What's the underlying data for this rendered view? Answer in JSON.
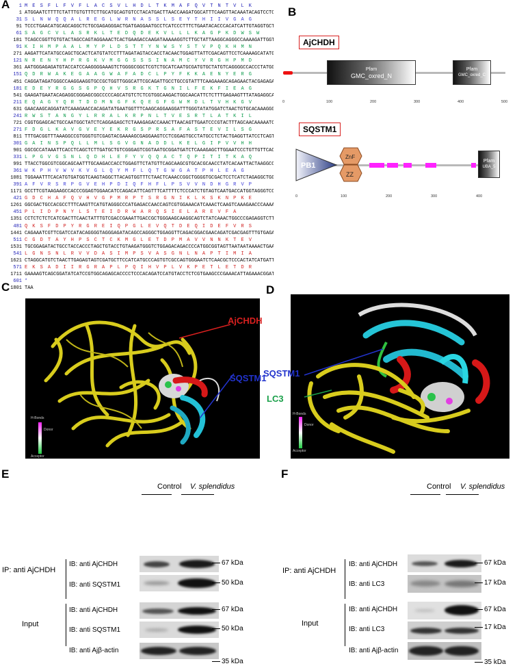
{
  "panels": {
    "A": "A",
    "B": "B",
    "C": "C",
    "D": "D",
    "E": "E",
    "F": "F"
  },
  "sequence": [
    {
      "n": "1",
      "t": "M E S F L F V F L A C S V L H D L T K M A F Q V T N T V L K",
      "c": "dark",
      "aa": true
    },
    {
      "n": "1",
      "t": "ATGGAATCTTTTCTATTTGTGTTTCTTGCATGCAGTGTCCTACATGACTTAACCAAGATGGCATTTCAAGTTACAAATACAGTCCTCAAG",
      "c": "black"
    },
    {
      "n": "31",
      "t": "S L N W Q Q A L R E G L W R N A S S L S E Y T H I I V G A G",
      "c": "blue",
      "aa": true
    },
    {
      "n": "91",
      "t": "TCCCTGAACATGCAGCAGGCTCTGCGAGAGGGACTGATGAGGAATGCCTCATCCCTTTCTGAATACACCCACATCATTGTAGGTGCTGGA",
      "c": "black"
    },
    {
      "n": "61",
      "t": "S A G C V L A S R K L T E D Q D E K V L L L K A G P K D W S W",
      "c": "green",
      "aa": true
    },
    {
      "n": "181",
      "t": "TCAGCCGGTTGTGTACTAGCCAGTAGGAAACTCACTGAAGACCAAGATAAAAAGGTCTTGCTATTAAGGCAGGGCCAAAAGATTGGTCATGG",
      "c": "black"
    },
    {
      "n": "91",
      "t": "K I H M P A A L M Y P L D S T T Y N W S Y S T V P Q K H M N",
      "c": "green",
      "aa": true
    },
    {
      "n": "271",
      "t": "AAGATTCATATGCCAGCTGCACTCATGTATCCTTTAGATAGTACCACCTACAACTGGAGTTATTCGACAGTTCCTCAAAAGCATATGAAC",
      "c": "black"
    },
    {
      "n": "121",
      "t": "N R E N Y H P R G K V M G G S S S I N A M C Y V R G H P M D",
      "c": "green",
      "aa": true
    },
    {
      "n": "361",
      "t": "AATGGGAGAGATGTACCATCCAAGGGGAAAGTCTGGGGCGGCTCGTCTGCATCAATGCGATGTGCTATGTCAGGGGCCACCCTATGGAT",
      "c": "black"
    },
    {
      "n": "151",
      "t": "Q D R W A K E G A A G W A F A D C L P Y F K K A E N Y E R G",
      "c": "green",
      "aa": true
    },
    {
      "n": "451",
      "t": "CAGGATAGATGGGCCAAGGAAGGTGCCGCTGGTTGGGCATTCGCAGATTGCCTGCCGTATTTCAAGAAAGCAGAGAACTACGAGAGAGGA",
      "c": "black"
    },
    {
      "n": "181",
      "t": "E D E Y R G G S G P Q H V S R G K T G N I L F E K F I E A G",
      "c": "green",
      "aa": true
    },
    {
      "n": "541",
      "t": "GAAGATGAATACAGAGGCGGGAGCGGCCCCCAGCATGTCTCTCGTGGCAAGACTGGCAACATTCTCTTTGAGAAGTTTATAGAGGCAGGC",
      "c": "black"
    },
    {
      "n": "211",
      "t": "E Q A G Y Q R T D D M N G F K Q E G F G W M D L T V H K G V",
      "c": "green",
      "aa": true
    },
    {
      "n": "631",
      "t": "GAACAAGCAGGATATCAAAGAACCACAGATATGAATGGTTTCAAGCAGGAAGGATTTGGGTATATGGATCTAACTGTGCACAAAGGGGTG",
      "c": "black"
    },
    {
      "n": "241",
      "t": "R W S T A N G Y L R R A L K R P N L T V E S R T L A T K I L",
      "c": "green",
      "aa": true
    },
    {
      "n": "721",
      "t": "CGGTGGAGCACTGCCAATGGCTATCTCAGGAGAGCTCTAAAGAGACCAAACTTAACAGTTGAATCCCGTACTTTAGCAACAAAAATCCTC",
      "c": "black"
    },
    {
      "n": "271",
      "t": "F D G L K A V G V E Y E K R G S P R S A F A S T E V I L S G",
      "c": "green",
      "aa": true
    },
    {
      "n": "811",
      "t": "TTTGACGGTTTAAAGGCCGTGGGTGTCGAGTACGAAAAGCGAGGAAGTCCTCGGAGTGCCTATGCCTCTACTGAGGTTATCCTCAGTGGT",
      "c": "black"
    },
    {
      "n": "301",
      "t": "G A I N S P Q L L M L S G V G N A D D L K E L G I P V V H H",
      "c": "green",
      "aa": true
    },
    {
      "n": "901",
      "t": "GGCGCCATAAATTCACCTCAGCTCTTGATGCTGTCGGGAGTCGGTAATGCGGATGATCTCAAAGAGCTTGGAATCCCTGTTGTTCACCAT",
      "c": "black"
    },
    {
      "n": "331",
      "t": "L P G V G S N L Q D H L E F Y V Q Q A C T Q P I T I T K A Q",
      "c": "green",
      "aa": true
    },
    {
      "n": "991",
      "t": "TTACCTGGCGTCGGCAGCAATTTGCAAGACCACCTGGAGTTCTATGTTCAGCAAGCGTGCACGCAACCTATCACAATTACTAAGGCCCAA",
      "c": "black"
    },
    {
      "n": "361",
      "t": "W K P H V W V K V G L Q Y M F L Q T G W G A T P H L E A G",
      "c": "blue",
      "aa": true
    },
    {
      "n": "1081",
      "t": "TGGAAATTTCACATGTGATGGTCAAGTAGGCTTACAGTGGTTTCTAACTCAAACCGGCTGGGGTGCGACTCCTCATCTAGAGGCTGGA",
      "c": "black"
    },
    {
      "n": "391",
      "t": "A F V R S R P G V E H P D I Q F H F L P S V V N D H G R V P",
      "c": "blue",
      "aa": true
    },
    {
      "n": "1171",
      "t": "GCCTTCGTAAGAAGCCACCCGGAGTGGAACATCCAGACATTCAGTTTCATTTTCTCCCATCTGTAGTCAATGACCATGGTAGGGTCCCA",
      "c": "black"
    },
    {
      "n": "421",
      "t": "G D C H A F Q V H V G P M R P T S R G N I K L K S K N P K E",
      "c": "red",
      "aa": true
    },
    {
      "n": "1261",
      "t": "GGCGACTGCCACGCCTTTCAAGTTCATGTAGGGCCCATGAGACCAACCAGTCGTGGAAACATCAAACTCAAGTCAAAGAACCCAAAAGAA",
      "c": "black"
    },
    {
      "n": "451",
      "t": "P L I D P N Y L S T E I D R W A R Q S I E L A R E V F A",
      "c": "red",
      "aa": true
    },
    {
      "n": "1351",
      "t": "CCTCTCTCTCATCGACTTCAACTATTTGTCGACCGAAATTGACCGCTGGGAAGCAAGGCAGTCTATCAAACTGGCCCGAGAGGTCTTTGCT",
      "c": "black"
    },
    {
      "n": "481",
      "t": "Q K S F D P Y R G R E I Q P G L E V Q T D E Q I D E F V R S",
      "c": "red",
      "aa": true
    },
    {
      "n": "1441",
      "t": "CAGAAATCGTTCGATCCATACAGGGGTAGGGAGATACAGCCAGGGCTGGAGGTTCAGACGGACGAACAGATCGACGAGTTTGTGAGATCC",
      "c": "black"
    },
    {
      "n": "511",
      "t": "C G D T A Y H P S C T C K M G L E T D P M A V V N N K T E V",
      "c": "red",
      "aa": true
    },
    {
      "n": "1531",
      "t": "TGCGGAGATACTGCCTACCACCCTAGCTGTACCTGTAAGATGGGTCTGGAGACAGACCCCATGGCGGTAGTTAATAATAAAACTGAAGTA",
      "c": "black"
    },
    {
      "n": "541",
      "t": "L G N S N L R V V D A S I M P S V A S G N L N A P T I M I A",
      "c": "red",
      "aa": true
    },
    {
      "n": "1621",
      "t": "CTAGGCATGTCTAACTTGAGAGTAGTCGATGCTTCCATCATGCCCAGTGTCGCCAGTGGGAATCTCAACGCTCCCACTATCATGATTGCA",
      "c": "black"
    },
    {
      "n": "571",
      "t": "E K S A D I I R G R A P L P Q I H V P L V K P E T L E T D R",
      "c": "red",
      "aa": true
    },
    {
      "n": "1711",
      "t": "GAAAAGTCAGCGGATATCATCCGTGGCAGAGCACCCCTCCCACAGATCCATGTACCTCTCGTGAAGCCCGAAACATTAGAAACGGATAGA",
      "c": "black"
    },
    {
      "n": "601",
      "t": "*",
      "c": "blue",
      "aa": true
    },
    {
      "n": "1801",
      "t": "TAA",
      "c": "black"
    }
  ],
  "panelB": {
    "protein1": {
      "name": "AjCHDH",
      "domains": [
        {
          "l1": "Pfam",
          "l2": "GMC_oxred_N"
        },
        {
          "l1": "Pfam",
          "l2": "GMC_oxred_C"
        }
      ],
      "ticks": [
        "0",
        "100",
        "200",
        "300",
        "400",
        "500"
      ]
    },
    "protein2": {
      "name": "SQSTM1",
      "domains": [
        {
          "l1": "PB1",
          "l2": ""
        },
        {
          "l1": "ZnF",
          "l2": "ZZ"
        },
        {
          "l1": "Pfam",
          "l2": "UBA_5"
        }
      ],
      "ticks": [
        "0",
        "100",
        "200",
        "300",
        "400"
      ]
    }
  },
  "panelC": {
    "labels": {
      "a": "AjCHDH",
      "b": "SQSTM1"
    },
    "hbonds": {
      "title": "H-Bonds",
      "donor": "Donor",
      "acceptor": "Acceptor"
    }
  },
  "panelD": {
    "labels": {
      "a": "SQSTM1",
      "b": "LC3"
    },
    "hbonds": {
      "title": "H-Bonds",
      "donor": "Donor",
      "acceptor": "Acceptor"
    }
  },
  "panelE": {
    "conditions": {
      "c1": "Control",
      "c2": "V. splendidus"
    },
    "groups": {
      "ip": "IP: anti AjCHDH",
      "input": "Input"
    },
    "rows": [
      {
        "label": "IB: anti AjCHDH",
        "kda": "67 kDa"
      },
      {
        "label": "IB: anti SQSTM1",
        "kda": "50 kDa"
      },
      {
        "label": "IB: anti AjCHDH",
        "kda": "67 kDa"
      },
      {
        "label": "IB: anti SQSTM1",
        "kda": "50 kDa"
      },
      {
        "label": "IB: anti Ajβ-actin",
        "kda": "35 kDa"
      }
    ]
  },
  "panelF": {
    "conditions": {
      "c1": "Control",
      "c2": "V. splendidus"
    },
    "groups": {
      "ip": "IP: anti AjCHDH",
      "input": "Input"
    },
    "rows": [
      {
        "label": "IB: anti AjCHDH",
        "kda": "67 kDa"
      },
      {
        "label": "IB: anti LC3",
        "kda": "17 kDa"
      },
      {
        "label": "IB: anti AjCHDH",
        "kda": "67 kDa"
      },
      {
        "label": "IB: anti LC3",
        "kda": "17 kDa"
      },
      {
        "label": "IB: anti Ajβ-actin",
        "kda": "35 kDa"
      }
    ]
  },
  "colors": {
    "red": "#d8201f",
    "blue": "#2233cc",
    "green": "#1aa04a",
    "yellow": "#d6cc1c",
    "magenta": "#ff22ff"
  }
}
